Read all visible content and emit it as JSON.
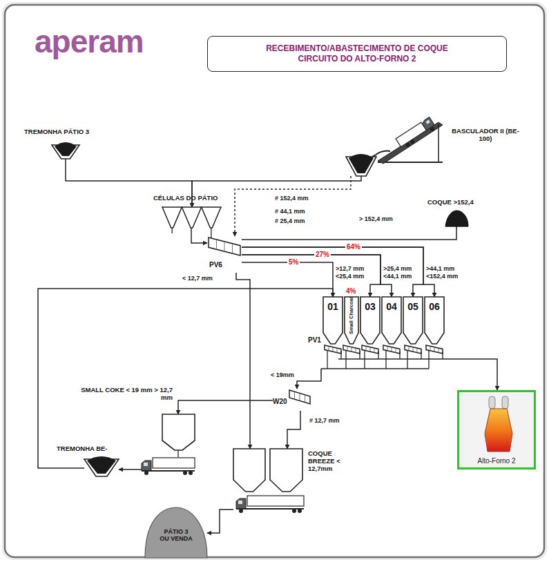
{
  "diagram": {
    "title": "RECEBIMENTO/ABASTECIMENTO DE COQUE CIRCUITO DO ALTO-FORNO 2",
    "nodes": [
      {
        "text": [
          "TREMONHA PÁTIO 3"
        ]
      },
      {
        "text": [
          "BASCULADOR II (BE-100)"
        ]
      },
      {
        "text": [
          "CÉLULAS DO PÁTIO"
        ]
      },
      {
        "text": [
          "PV6"
        ]
      },
      {
        "text": [
          "COQUE >152,4"
        ]
      },
      {
        "text": [
          "01"
        ]
      },
      {
        "text": [
          "Small Charcoal"
        ]
      },
      {
        "text": [
          "03"
        ]
      },
      {
        "text": [
          "04"
        ]
      },
      {
        "text": [
          "05"
        ]
      },
      {
        "text": [
          "06"
        ]
      },
      {
        "text": [
          "PV1"
        ]
      },
      {
        "text": [
          "W20"
        ]
      },
      {
        "text": [
          "SMALL COKE < 19 mm > 12,7 mm"
        ]
      },
      {
        "text": [
          "TREMONHA BE-"
        ]
      },
      {
        "text": [
          "COQUE BREEZE < 12,7mm"
        ]
      },
      {
        "text": [
          "PÁTIO 3 OU VENDA"
        ]
      },
      {
        "text": [
          "Alto-Forno 2"
        ]
      }
    ],
    "edges": [
      {
        "from": 0,
        "to": 2,
        "arrow": "to"
      },
      {
        "from": 1,
        "to": 2,
        "arrow": "to"
      },
      {
        "from": 1,
        "to": 3,
        "arrow": "to"
      },
      {
        "from": 2,
        "to": 3,
        "arrow": "to"
      },
      {
        "from": 3,
        "to": 4,
        "arrow": "none"
      },
      {
        "from": 3,
        "to": 5,
        "arrow": "to",
        "label": "5%"
      },
      {
        "from": 3,
        "to": 7,
        "arrow": "to",
        "label": "27%"
      },
      {
        "from": 3,
        "to": 8,
        "arrow": "to"
      },
      {
        "from": 3,
        "to": 9,
        "arrow": "to",
        "label": "64%"
      },
      {
        "from": 3,
        "to": 10,
        "arrow": "to"
      },
      {
        "from": 3,
        "to": 15,
        "arrow": "to",
        "label": "< 12,7 mm"
      },
      {
        "from": 14,
        "to": 5,
        "arrow": "to"
      },
      {
        "from": 11,
        "to": 17,
        "arrow": "to"
      },
      {
        "from": 11,
        "to": 12,
        "arrow": "to",
        "label": "< 19mm"
      },
      {
        "from": 12,
        "to": 13,
        "arrow": "to"
      },
      {
        "from": 12,
        "to": 15,
        "arrow": "to",
        "label": "# 12,7 mm"
      },
      {
        "from": 13,
        "to": 14,
        "arrow": "to"
      },
      {
        "from": 15,
        "to": 16,
        "arrow": "to"
      }
    ],
    "labels": [
      "aperam",
      "# 152,4 mm",
      "# 44,1 mm",
      "# 25,4 mm",
      "> 152,4 mm",
      ">12,7 mm <25,4 mm",
      ">25,4 mm <44,1 mm",
      ">44,1 mm <152,4 mm",
      "4%"
    ]
  }
}
